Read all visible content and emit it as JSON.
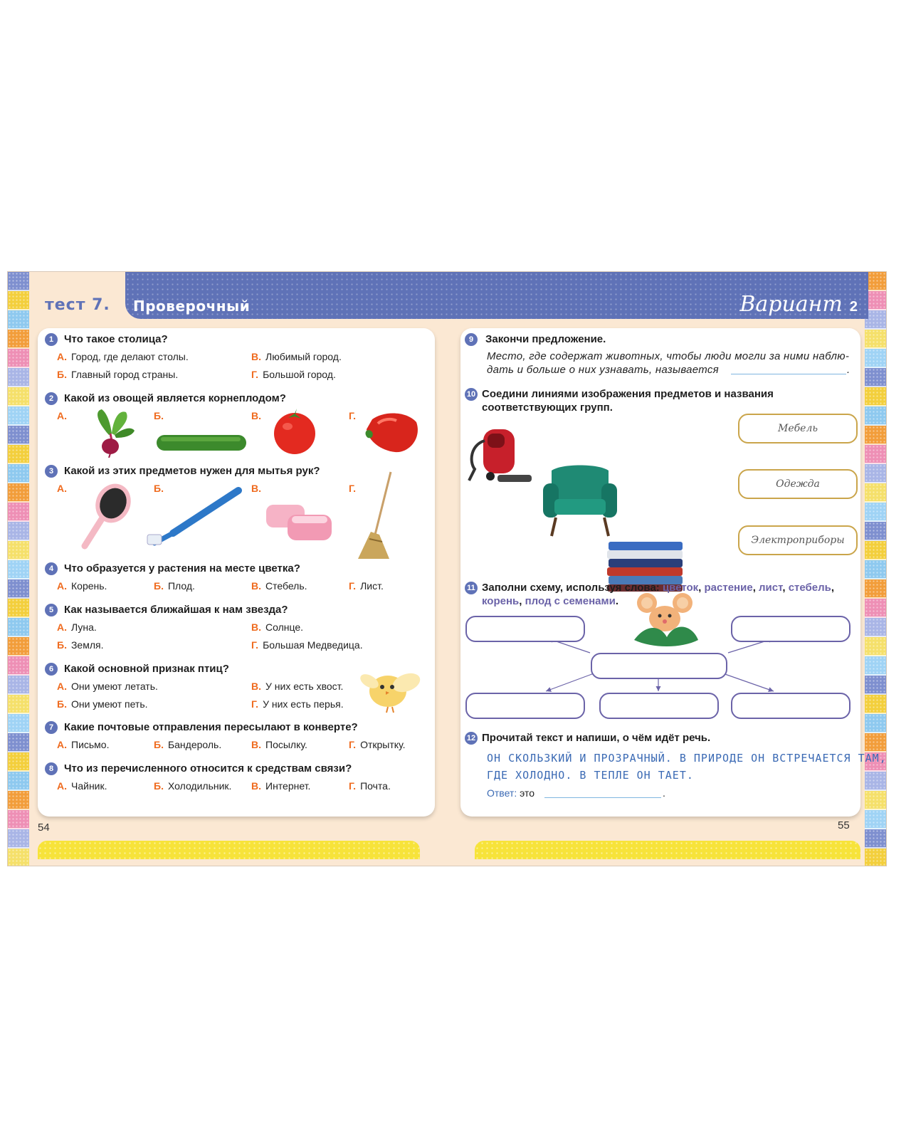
{
  "header": {
    "test_label": "тест 7.",
    "test_title": "Проверочный",
    "variant_word": "Вариант",
    "variant_num": "2"
  },
  "pages": {
    "left": "54",
    "right": "55"
  },
  "colors": {
    "accent": "#5f72b7",
    "letter": "#ef6b1f",
    "keyword": "#6b63a8",
    "box_gold": "#caa54b",
    "stripes": [
      "#7e8fcf",
      "#f3cf3c",
      "#8ec9ef",
      "#f29d3a",
      "#ee8fb5",
      "#a9b5e6",
      "#f5e06a",
      "#9fd3f5"
    ]
  },
  "q1": {
    "num": "1",
    "text": "Что такое столица?",
    "a": "Город, где делают столы.",
    "b": "Главный город страны.",
    "v": "Любимый город.",
    "g": "Большой город."
  },
  "q2": {
    "num": "2",
    "text": "Какой из овощей является корнеплодом?",
    "icons": [
      "beet-icon",
      "cucumber-icon",
      "tomato-icon",
      "pepper-icon"
    ]
  },
  "q3": {
    "num": "3",
    "text": "Какой из этих предметов нужен для мытья рук?",
    "icons": [
      "hairbrush-icon",
      "toothbrush-icon",
      "soap-icon",
      "broom-icon"
    ]
  },
  "q4": {
    "num": "4",
    "text": "Что образуется у растения на месте цветка?",
    "a": "Корень.",
    "b": "Плод.",
    "v": "Стебель.",
    "g": "Лист."
  },
  "q5": {
    "num": "5",
    "text": "Как называется ближайшая к нам звезда?",
    "a": "Луна.",
    "b": "Земля.",
    "v": "Солнце.",
    "g": "Большая Медведица."
  },
  "q6": {
    "num": "6",
    "text": "Какой основной признак птиц?",
    "a": "Они умеют летать.",
    "b": "Они умеют петь.",
    "v": "У них есть хвост.",
    "g": "У них есть перья."
  },
  "q7": {
    "num": "7",
    "text": "Какие почтовые отправления пересылают в конверте?",
    "a": "Письмо.",
    "b": "Бандероль.",
    "v": "Посылку.",
    "g": "Открытку."
  },
  "q8": {
    "num": "8",
    "text": "Что из перечисленного относится к средствам связи?",
    "a": "Чайник.",
    "b": "Холодильник.",
    "v": "Интернет.",
    "g": "Почта."
  },
  "letters": {
    "a": "А.",
    "b": "Б.",
    "v": "В.",
    "g": "Г."
  },
  "q9": {
    "num": "9",
    "text": "Закончи предложение.",
    "line1": "Место, где содержат животных, чтобы люди могли за ними наблю-",
    "line2": "дать и больше о них узнавать, называется",
    "end": "."
  },
  "q10": {
    "num": "10",
    "line1": "Соедини линиями изображения предметов и названия",
    "line2": "соответствующих групп.",
    "groups": [
      "Мебель",
      "Одежда",
      "Электроприборы"
    ]
  },
  "q11": {
    "num": "11",
    "lead": "Заполни схему, используя слова:",
    "w1": "цветок",
    "w2": "растение",
    "w3": "лист",
    "w4": "стебель",
    "w5": "корень",
    "w6": "плод с семенами",
    "sep": ",",
    "end": "."
  },
  "q12": {
    "num": "12",
    "text": "Прочитай текст и напиши, о чём идёт речь.",
    "line1": "ОН СКОЛЬЗКИЙ И ПРОЗРАЧНЫЙ. В ПРИРОДЕ ОН ВСТРЕЧАЕТСЯ ТАМ,",
    "line2": "ГДЕ ХОЛОДНО. В ТЕПЛЕ ОН ТАЕТ.",
    "answer_label": "Ответ:",
    "answer_prefix": "это",
    "end": "."
  }
}
